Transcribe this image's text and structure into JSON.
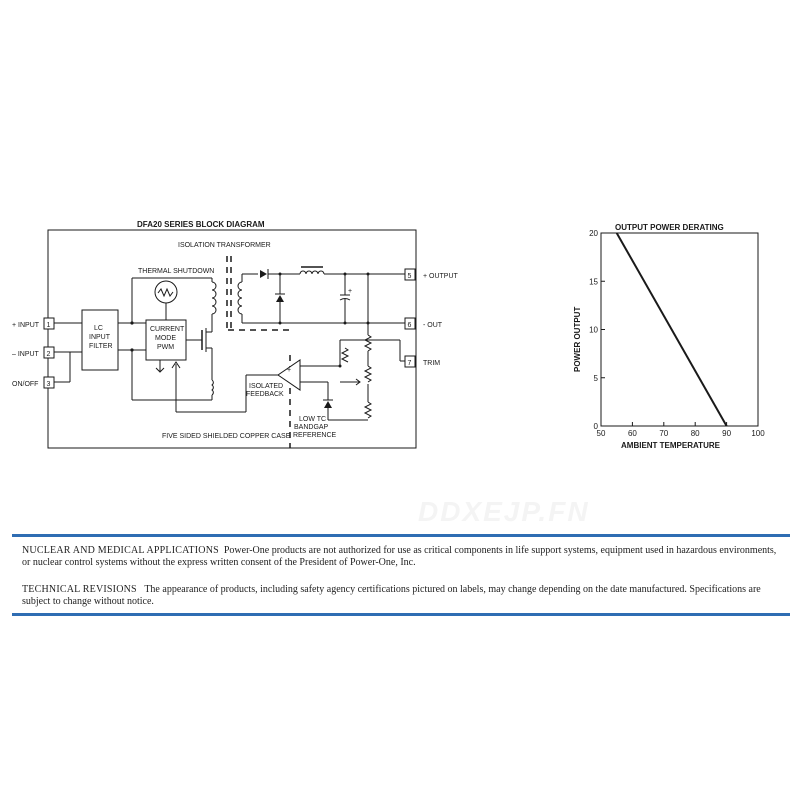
{
  "block_diagram": {
    "title": "DFA20 SERIES BLOCK DIAGRAM",
    "labels": {
      "isolation_transformer": "ISOLATION TRANSFORMER",
      "thermal_shutdown": "THERMAL SHUTDOWN",
      "lc_filter": [
        "LC",
        "INPUT",
        "FILTER"
      ],
      "pwm": [
        "CURRENT",
        "MODE",
        "PWM"
      ],
      "isolated_feedback": [
        "ISOLATED",
        "FEEDBACK"
      ],
      "bandgap": [
        "LOW TC",
        "BANDGAP",
        "REFERENCE"
      ],
      "case": "FIVE SIDED SHIELDED COPPER CASE",
      "cap_polarity": "+"
    },
    "pins": [
      {
        "num": "1",
        "label": "+ INPUT"
      },
      {
        "num": "2",
        "label": "– INPUT"
      },
      {
        "num": "3",
        "label": "ON/OFF"
      },
      {
        "num": "5",
        "label": "+ OUTPUT"
      },
      {
        "num": "6",
        "label": "- OUT"
      },
      {
        "num": "7",
        "label": "TRIM"
      }
    ]
  },
  "chart_data": {
    "type": "line",
    "title": "OUTPUT POWER DERATING",
    "xlabel": "AMBIENT TEMPERATURE",
    "ylabel": "POWER OUTPUT",
    "xlim": [
      50,
      100
    ],
    "ylim": [
      0,
      20
    ],
    "xticks": [
      "50",
      "60",
      "70",
      "80",
      "90",
      "100"
    ],
    "yticks": [
      "0",
      "5",
      "10",
      "15",
      "20"
    ],
    "grid": false,
    "series": [
      {
        "x": [
          55,
          90
        ],
        "y": [
          20,
          0
        ]
      }
    ]
  },
  "watermark": "DDXEJP.FN",
  "notices": [
    {
      "heading": "NUCLEAR AND MEDICAL APPLICATIONS",
      "line1": "Power-One products are not authorized for use as critical components in life support systems, equipment used in hazardous environments,",
      "line2": "or nuclear control systems without the express written consent of the President of Power-One, Inc."
    },
    {
      "heading": "TECHNICAL REVISIONS",
      "line1": "The appearance of products, including safety agency certifications pictured on labels, may change depending on the date manufactured. Specifications are",
      "line2": "subject to  change without notice."
    }
  ],
  "colors": {
    "rule": "#2f6db3",
    "ink": "#1a1a1a"
  }
}
